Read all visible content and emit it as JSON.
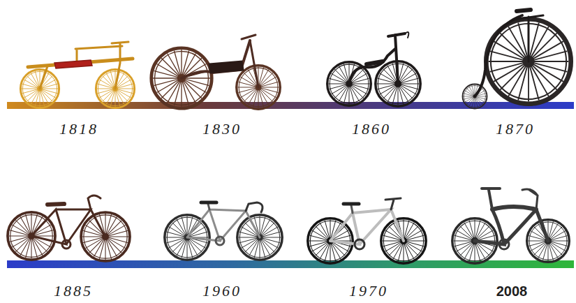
{
  "diagram": {
    "labels": [
      "1818",
      "1830",
      "1860",
      "1870",
      "1885",
      "1960",
      "1970",
      "2008"
    ]
  }
}
